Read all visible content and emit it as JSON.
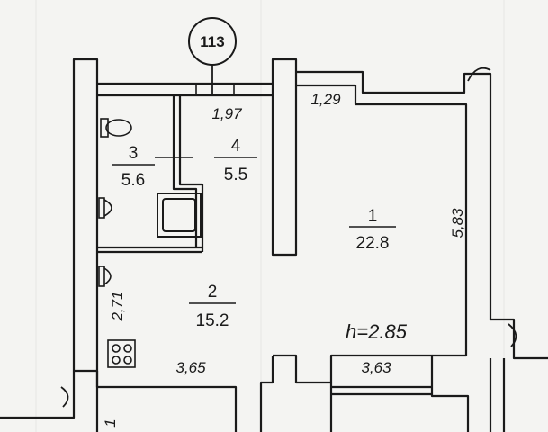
{
  "apartment_number": "113",
  "rooms": [
    {
      "number": "1",
      "area": "22.8"
    },
    {
      "number": "2",
      "area": "15.2"
    },
    {
      "number": "3",
      "area": "5.6"
    },
    {
      "number": "4",
      "area": "5.5"
    }
  ],
  "dimensions": {
    "top_corridor": "1,97",
    "top_right": "1,29",
    "right_height": "5,83",
    "left_height": "2,71",
    "bottom_left": "3,65",
    "bottom_right": "3,63",
    "bottom_edge": "1"
  },
  "ceiling_height": "h=2.85"
}
